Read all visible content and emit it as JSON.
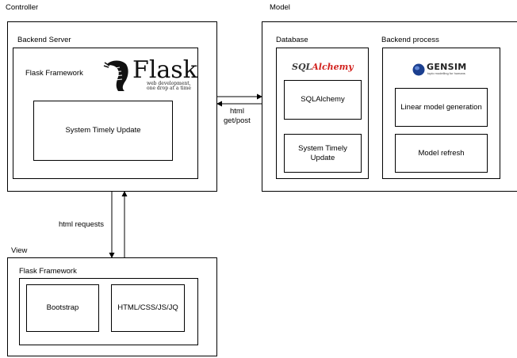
{
  "sections": {
    "controller": "Controller",
    "model": "Model",
    "view": "View"
  },
  "controller": {
    "backend_server": "Backend Server",
    "flask_framework": "Flask Framework",
    "flask_logo": {
      "text": "Flask",
      "tagline_1": "web development,",
      "tagline_2": "one drop at a time"
    },
    "timely_update": "System Timely Update"
  },
  "model": {
    "database": "Database",
    "sqlalchemy_logo": {
      "sql": "SQL",
      "alchemy": "Alchemy"
    },
    "sqlalchemy": "SQLAlchemy",
    "timely_update_line1": "System Timely",
    "timely_update_line2": "Update",
    "backend_process": "Backend process",
    "gensim_logo": {
      "text": "GENSIM",
      "tagline": "topic modelling for humans"
    },
    "linear_model": "Linear model generation",
    "model_refresh": "Model refresh"
  },
  "view": {
    "flask_framework": "Flask Framework",
    "bootstrap": "Bootstrap",
    "html_css": "HTML/CSS/JS/JQ"
  },
  "connectors": {
    "html_requests": "html requests",
    "html": "html",
    "get_post": "get/post"
  },
  "colors": {
    "flask_logo": "#111111",
    "sqlalchemy_red": "#d2231f",
    "sqlalchemy_dark": "#3a3a3a",
    "gensim_blue": "#1b3f8f",
    "gensim_text": "#222222"
  }
}
